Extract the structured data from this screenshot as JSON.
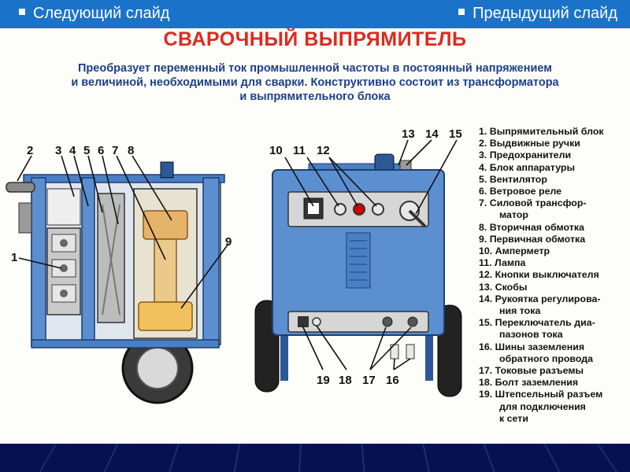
{
  "nav": {
    "next_slide": "Следующий слайд",
    "prev_slide": "Предыдущий слайд"
  },
  "slide": {
    "title": "СВАРОЧНЫЙ ВЫПРЯМИТЕЛЬ",
    "description_lines": [
      "Преобразует  переменный ток промышленной частоты в постоянный напряжением",
      "и величиной, необходимыми для сварки. Конструктивно состоит из трансформатора",
      "и выпрямительного блока"
    ]
  },
  "callouts": {
    "left": [
      "2",
      "3",
      "4",
      "5",
      "6",
      "7",
      "8",
      "9",
      "1"
    ],
    "right_top": [
      "10",
      "11",
      "12",
      "13",
      "14",
      "15"
    ],
    "right_bottom": [
      "19",
      "18",
      "17",
      "16"
    ]
  },
  "legend": [
    {
      "text": "1. Выпрямительный блок"
    },
    {
      "text": "2. Выдвижные ручки"
    },
    {
      "text": "3. Предохранители"
    },
    {
      "text": "4. Блок аппаратуры"
    },
    {
      "text": "5. Вентилятор"
    },
    {
      "text": "6. Ветровое реле"
    },
    {
      "text": "7. Силовой трансфор-"
    },
    {
      "text": "матор",
      "indent": true
    },
    {
      "text": "8. Вторичная обмотка"
    },
    {
      "text": "9. Первичная обмотка"
    },
    {
      "text": "10. Амперметр"
    },
    {
      "text": "11. Лампа"
    },
    {
      "text": "12. Кнопки выключателя"
    },
    {
      "text": "13. Скобы"
    },
    {
      "text": "14. Рукоятка регулирова-"
    },
    {
      "text": "ния тока",
      "indent": true
    },
    {
      "text": "15. Переключатель диа-"
    },
    {
      "text": "пазонов тока",
      "indent": true
    },
    {
      "text": "16. Шины заземления"
    },
    {
      "text": "обратного провода",
      "indent": true
    },
    {
      "text": "17. Токовые разъемы"
    },
    {
      "text": "18. Болт заземления"
    },
    {
      "text": "19. Штепсельный разъем"
    },
    {
      "text": "для подключения",
      "indent": true
    },
    {
      "text": "к сети",
      "indent": true
    }
  ],
  "colors": {
    "topbar": "#1b73c9",
    "title": "#e0281e",
    "description": "#1c3f8a",
    "cabinet_blue": "#5b8fd0",
    "footer": "#06124f"
  }
}
